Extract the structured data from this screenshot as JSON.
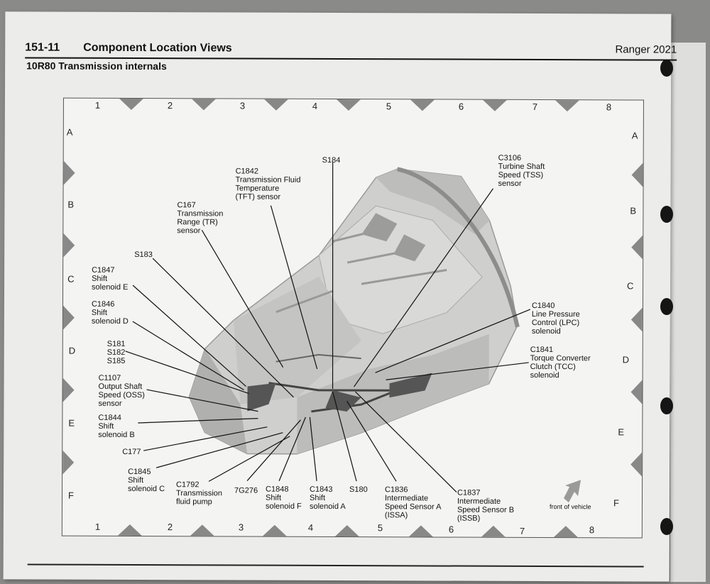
{
  "header": {
    "page_number": "151-11",
    "page_title": "Component Location Views",
    "model": "Ranger 2021"
  },
  "subtitle": "10R80 Transmission internals",
  "grid": {
    "columns_top": [
      "1",
      "2",
      "3",
      "4",
      "5",
      "6",
      "7",
      "8"
    ],
    "columns_bottom": [
      "1",
      "2",
      "3",
      "4",
      "5",
      "6",
      "7",
      "8"
    ],
    "rows_left": [
      "A",
      "B",
      "C",
      "D",
      "E",
      "F"
    ],
    "rows_right": [
      "A",
      "B",
      "C",
      "D",
      "E",
      "F"
    ]
  },
  "callouts": [
    {
      "id": "C1842",
      "lines": [
        "C1842",
        "Transmission Fluid",
        "Temperature",
        "(TFT) sensor"
      ]
    },
    {
      "id": "S184",
      "lines": [
        "S184"
      ]
    },
    {
      "id": "C3106",
      "lines": [
        "C3106",
        "Turbine Shaft",
        "Speed (TSS)",
        "sensor"
      ]
    },
    {
      "id": "C167",
      "lines": [
        "C167",
        "Transmission",
        "Range (TR)",
        "sensor"
      ]
    },
    {
      "id": "S183",
      "lines": [
        "S183"
      ]
    },
    {
      "id": "C1847",
      "lines": [
        "C1847",
        "Shift",
        "solenoid E"
      ]
    },
    {
      "id": "C1846",
      "lines": [
        "C1846",
        "Shift",
        "solenoid D"
      ]
    },
    {
      "id": "S181",
      "lines": [
        "S181",
        "S182",
        "S185"
      ]
    },
    {
      "id": "C1107",
      "lines": [
        "C1107",
        "Output Shaft",
        "Speed (OSS)",
        "sensor"
      ]
    },
    {
      "id": "C1844",
      "lines": [
        "C1844",
        "Shift",
        "solenoid B"
      ]
    },
    {
      "id": "C177",
      "lines": [
        "C177"
      ]
    },
    {
      "id": "C1845",
      "lines": [
        "C1845",
        "Shift",
        "solenoid C"
      ]
    },
    {
      "id": "C1792",
      "lines": [
        "C1792",
        "Transmission",
        "fluid pump"
      ]
    },
    {
      "id": "7G276",
      "lines": [
        "7G276"
      ]
    },
    {
      "id": "C1848",
      "lines": [
        "C1848",
        "Shift",
        "solenoid F"
      ]
    },
    {
      "id": "C1843",
      "lines": [
        "C1843",
        "Shift",
        "solenoid A"
      ]
    },
    {
      "id": "S180",
      "lines": [
        "S180"
      ]
    },
    {
      "id": "C1836",
      "lines": [
        "C1836",
        "Intermediate",
        "Speed Sensor A",
        "(ISSA)"
      ]
    },
    {
      "id": "C1837",
      "lines": [
        "C1837",
        "Intermediate",
        "Speed Sensor B",
        "(ISSB)"
      ]
    },
    {
      "id": "C1840",
      "lines": [
        "C1840",
        "Line Pressure",
        "Control (LPC)",
        "solenoid"
      ]
    },
    {
      "id": "C1841",
      "lines": [
        "C1841",
        "Torque Converter",
        "Clutch (TCC)",
        "solenoid"
      ]
    }
  ],
  "front_of_vehicle": "front of vehicle"
}
